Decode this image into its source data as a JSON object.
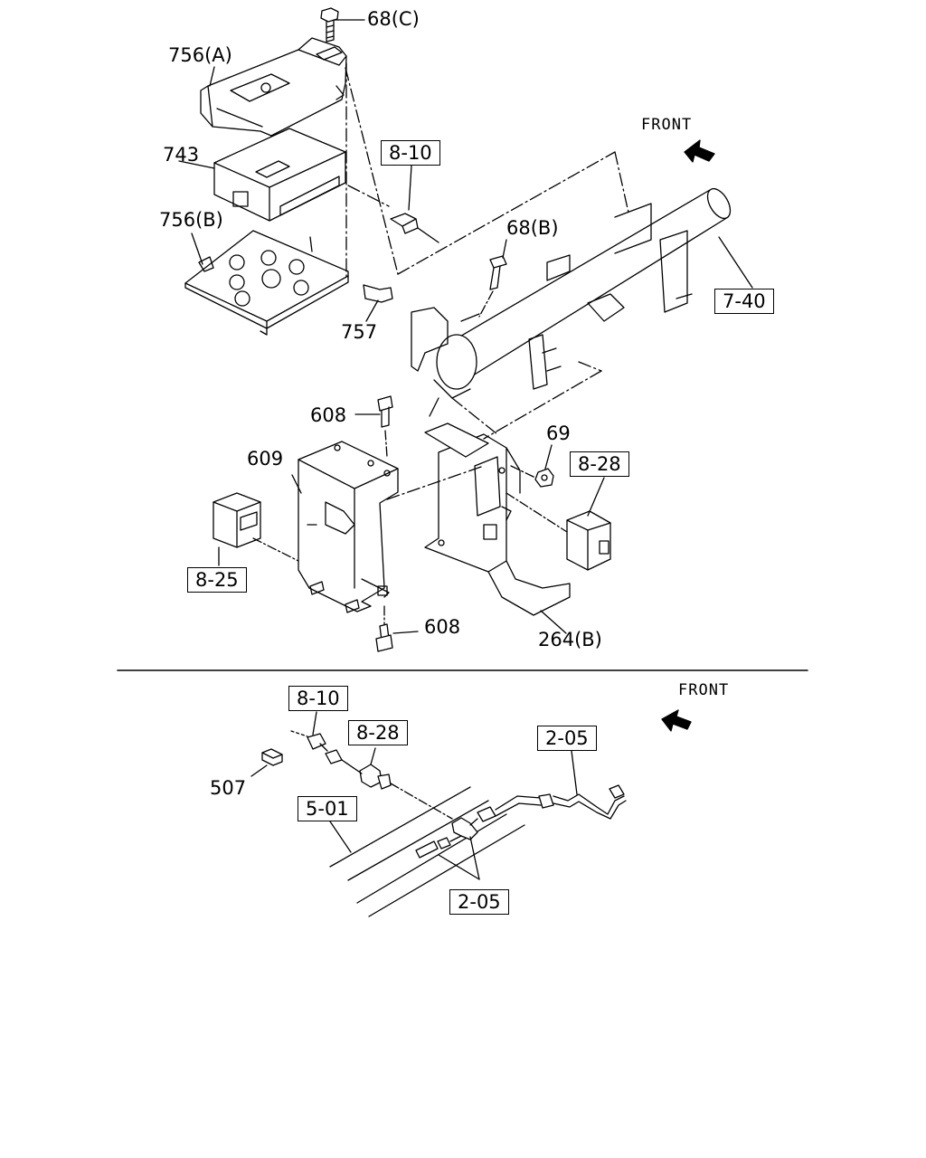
{
  "labels": {
    "c68": "68(C)",
    "a756": "756(A)",
    "n743": "743",
    "b756": "756(B)",
    "n757": "757",
    "ref810_top": "8-10",
    "b68": "68(B)",
    "ref740": "7-40",
    "front_top": "FRONT",
    "n608_top": "608",
    "n609": "609",
    "n69": "69",
    "ref828_top": "8-28",
    "ref825": "8-25",
    "n608_bot": "608",
    "b264": "264(B)",
    "ref810_bot": "8-10",
    "ref828_bot": "8-28",
    "ref205_top": "2-05",
    "front_bot": "FRONT",
    "n507": "507",
    "ref501": "5-01",
    "ref205_bot": "2-05"
  },
  "icons": [
    "front-arrow-icon",
    "front-arrow-icon"
  ]
}
